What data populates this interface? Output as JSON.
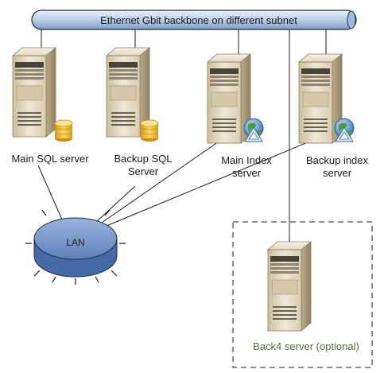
{
  "backbone": {
    "label": "Ethernet Gbit backbone on different subnet"
  },
  "lan": {
    "label": "LAN"
  },
  "servers": [
    {
      "name": "Main SQL server",
      "lines": [
        "Main SQL server"
      ],
      "badge": "database-icon"
    },
    {
      "name": "Backup SQL Server",
      "lines": [
        "Backup SQL",
        "Server"
      ],
      "badge": "database-icon"
    },
    {
      "name": "Main Index server",
      "lines": [
        "Main Index",
        "server"
      ],
      "badge": "globe-icon"
    },
    {
      "name": "Backup index server",
      "lines": [
        "Backup index",
        "server"
      ],
      "badge": "globe-icon"
    }
  ],
  "optional_server": {
    "label": "Back4 server (optional)"
  },
  "colors": {
    "server_light": "#efe7d6",
    "server_mid": "#d6c9ab",
    "server_dark": "#a99a78",
    "bus_fill": "#b9cfe6",
    "bus_edge": "#1e2a3a",
    "lan_fill": "#6f8fc6",
    "db_fill": "#f2c23e",
    "optional_text": "#5a6e3a"
  }
}
